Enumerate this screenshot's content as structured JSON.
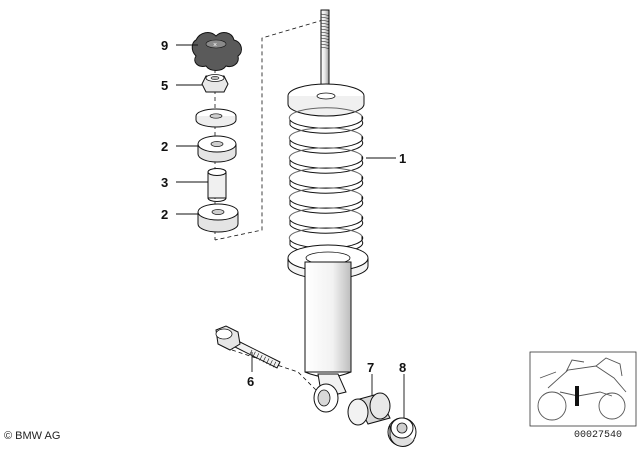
{
  "callouts": {
    "shock_absorber": "1",
    "washer_upper": "2",
    "washer_lower": "2",
    "sleeve": "3",
    "nut": "5",
    "bolt": "6",
    "bushing": "7",
    "spacer": "8",
    "knob": "9"
  },
  "footer": {
    "copyright": "© BMW AG",
    "document_number": "00027540"
  },
  "colors": {
    "line": "#111111",
    "part_fill": "#ffffff",
    "knob_fill": "#5a5a5a",
    "part_shade": "#cfcfcf"
  }
}
